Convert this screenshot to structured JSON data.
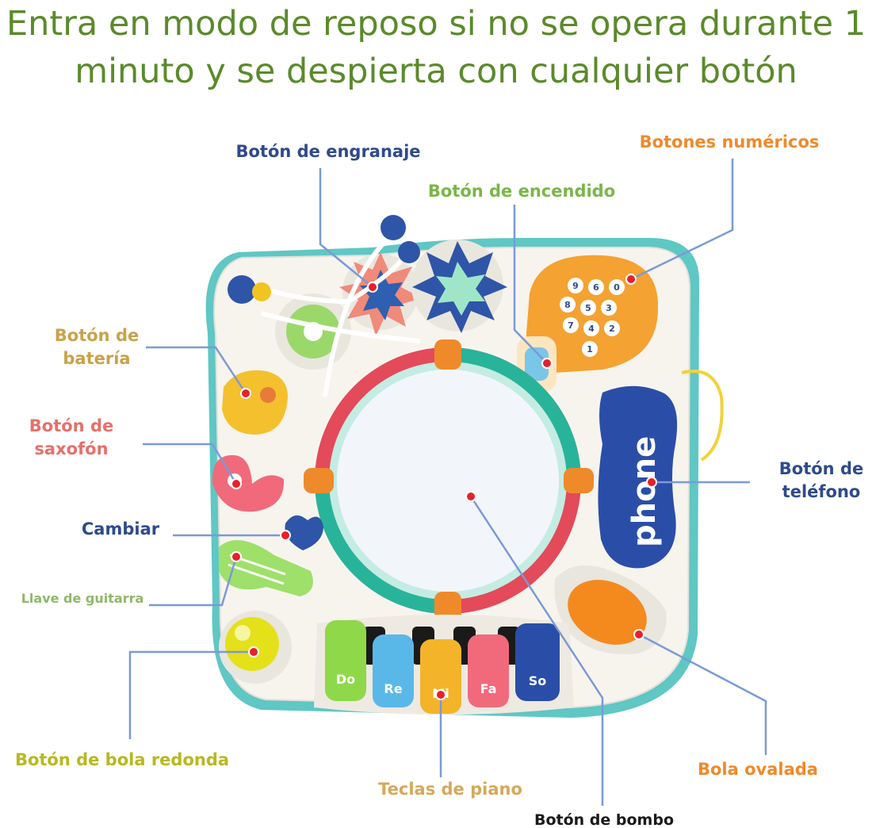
{
  "headline": {
    "line1": "Entra en modo de reposo si no se opera durante 1",
    "line2": "minuto y se despierta con cualquier botón"
  },
  "labels": {
    "gear": "Botón de engranaje",
    "numeric": "Botones numéricos",
    "power": "Botón de encendido",
    "battery_line1": "Botón de",
    "battery_line2": "batería",
    "sax_line1": "Botón de",
    "sax_line2": "saxofón",
    "switch": "Cambiar",
    "guitar": "Llave de guitarra",
    "phone_line1": "Botón de",
    "phone_line2": "teléfono",
    "round_ball": "Botón de bola redonda",
    "piano": "Teclas de piano",
    "oval_ball": "Bola ovalada",
    "drum": "Botón de bombo"
  },
  "toy": {
    "piano_keys": [
      "Do",
      "Re",
      "Mi",
      "Fa",
      "So"
    ],
    "phone_word": "phone",
    "keypad_digits": [
      "9",
      "6",
      "0",
      "8",
      "5",
      "3",
      "7",
      "4",
      "2",
      "1"
    ]
  },
  "colors": {
    "headline": "#5b8a2a",
    "navy": "#2e4a8c",
    "orange": "#ef8a2a",
    "green": "#7ab648",
    "gold": "#c9a24a",
    "pink": "#e6706a",
    "lightgreen": "#8fb86a",
    "lime": "#b8b820",
    "tan": "#d6a85a",
    "callout_line": "#7a9ad6",
    "callout_dot": "#e8202a"
  }
}
